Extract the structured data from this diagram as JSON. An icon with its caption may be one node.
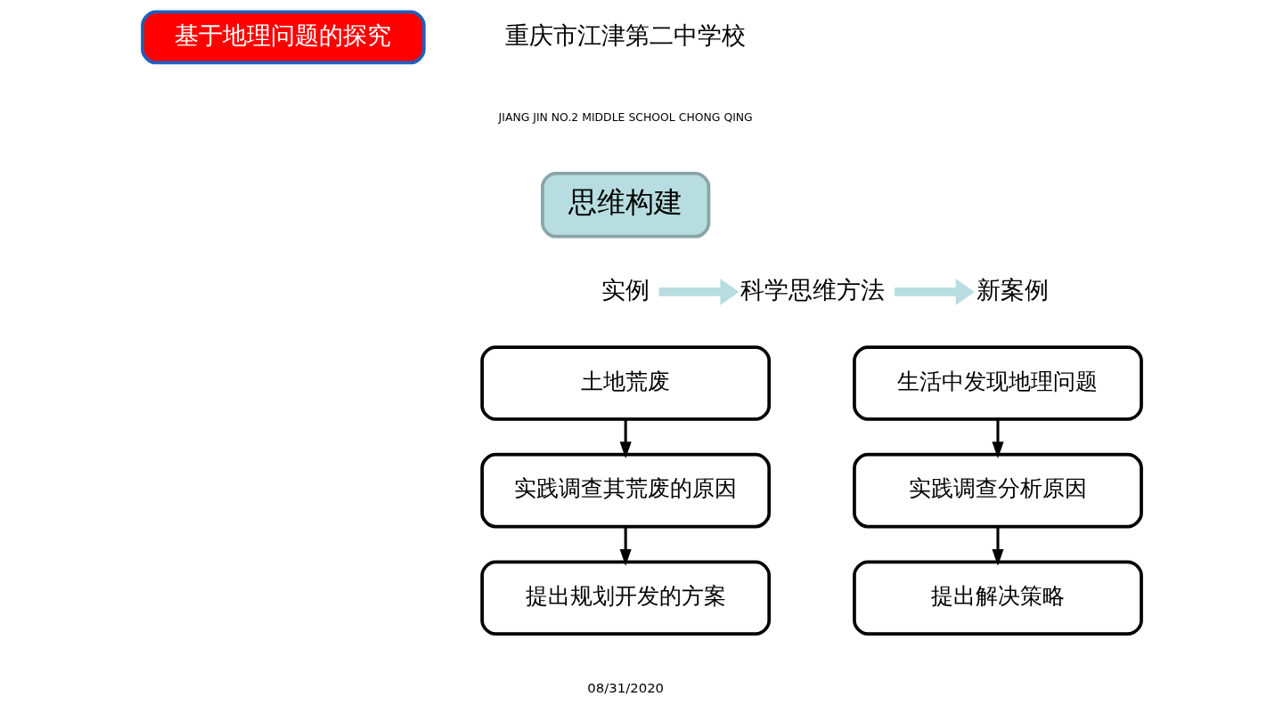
{
  "diagram": {
    "nodes": [
      {
        "text": [
          "基于地理问题的探究"
        ]
      },
      {
        "text": [
          "思维构建"
        ]
      },
      {
        "text": [
          "实例"
        ]
      },
      {
        "text": [
          "科学思维方法"
        ]
      },
      {
        "text": [
          "新案例"
        ]
      },
      {
        "text": [
          "土地荒废"
        ]
      },
      {
        "text": [
          "实践调查其荒废的原因"
        ]
      },
      {
        "text": [
          "提出规划开发的方案"
        ]
      },
      {
        "text": [
          "生活中发现地理问题"
        ]
      },
      {
        "text": [
          "实践调查分析原因"
        ]
      },
      {
        "text": [
          "提出解决策略"
        ]
      }
    ],
    "edges": [
      {
        "from": 2,
        "to": 3,
        "arrow": "to",
        "style": "thick",
        "color": "#b7dde0"
      },
      {
        "from": 3,
        "to": 4,
        "arrow": "to",
        "style": "thick",
        "color": "#b7dde0"
      },
      {
        "from": 5,
        "to": 6,
        "arrow": "to"
      },
      {
        "from": 6,
        "to": 7,
        "arrow": "to"
      },
      {
        "from": 8,
        "to": 9,
        "arrow": "to"
      },
      {
        "from": 9,
        "to": 10,
        "arrow": "to"
      }
    ],
    "labels": [
      "重庆市江津第二中学校",
      "JIANG JIN NO.2 MIDDLE SCHOOL CHONG QING",
      "08/31/2020"
    ]
  }
}
